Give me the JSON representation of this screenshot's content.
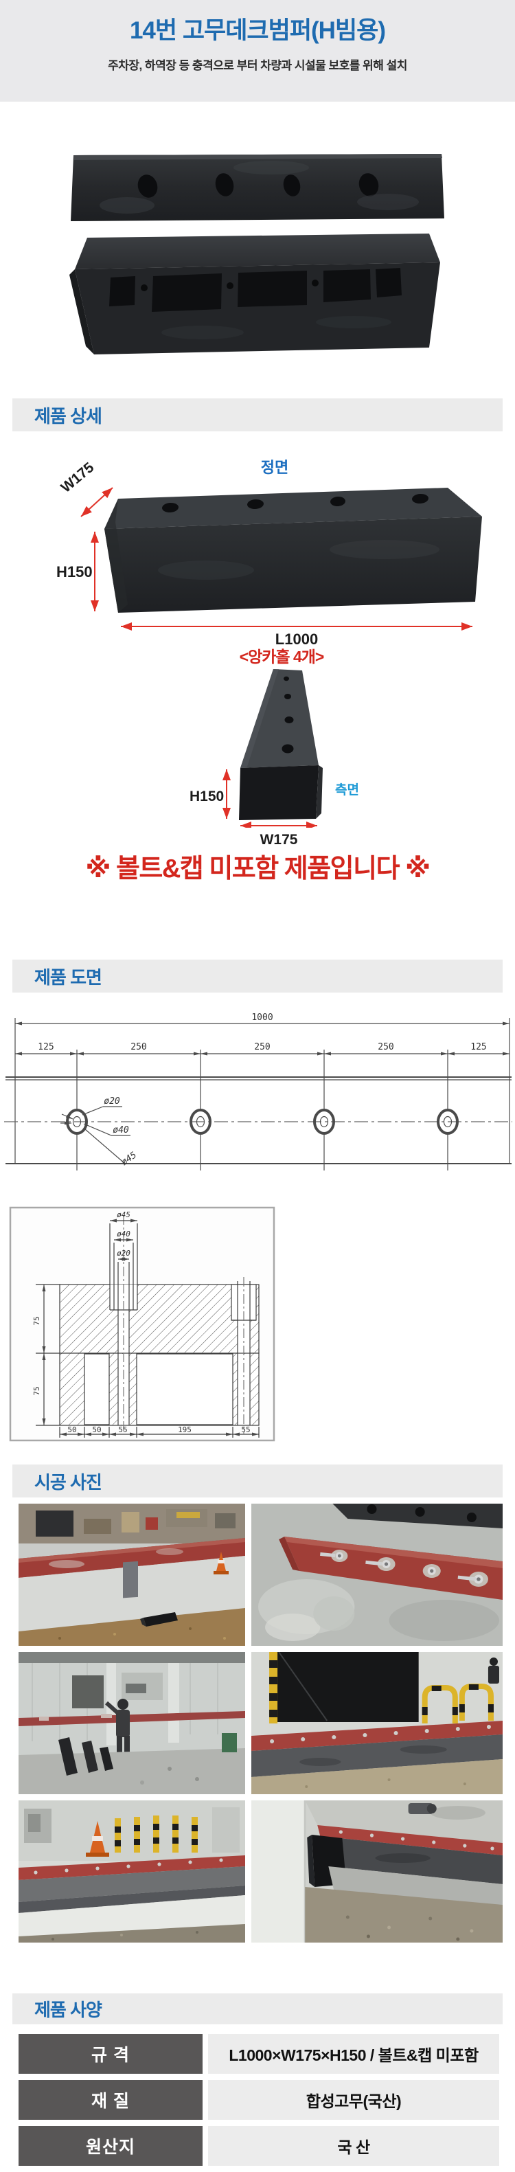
{
  "header": {
    "title": "14번 고무데크범퍼(H빔용)",
    "subtitle": "주차장, 하역장 등 충격으로 부터 차량과 시설물 보호를 위해 설치"
  },
  "sections": {
    "detail": "제품 상세",
    "drawing": "제품 도면",
    "photos": "시공 사진",
    "specs": "제품 사양"
  },
  "detail": {
    "front_view_label": "정면",
    "side_view_label": "측면",
    "anchor_hole_label": "<앙카홀 4개>",
    "dim_width": "W175",
    "dim_height": "H150",
    "dim_length": "L1000",
    "warning": "※ 볼트&캡 미포함 제품입니다 ※"
  },
  "drawing_front": {
    "total_dim": "1000",
    "segments": [
      "125",
      "250",
      "250",
      "250",
      "125"
    ],
    "hole_callouts": [
      "ø20",
      "ø40",
      "ø45"
    ]
  },
  "drawing_section": {
    "top_callouts": [
      "ø45",
      "ø40",
      "ø20"
    ],
    "side_dims": [
      "75",
      "75"
    ],
    "bottom_dims": [
      "50",
      "50",
      "55",
      "195",
      "55"
    ]
  },
  "specs": {
    "rows": [
      {
        "label": "규 격",
        "value": "L1000×W175×H150 / 볼트&캡 미포함"
      },
      {
        "label": "재 질",
        "value": "합성고무(국산)"
      },
      {
        "label": "원산지",
        "value": "국 산"
      }
    ]
  }
}
